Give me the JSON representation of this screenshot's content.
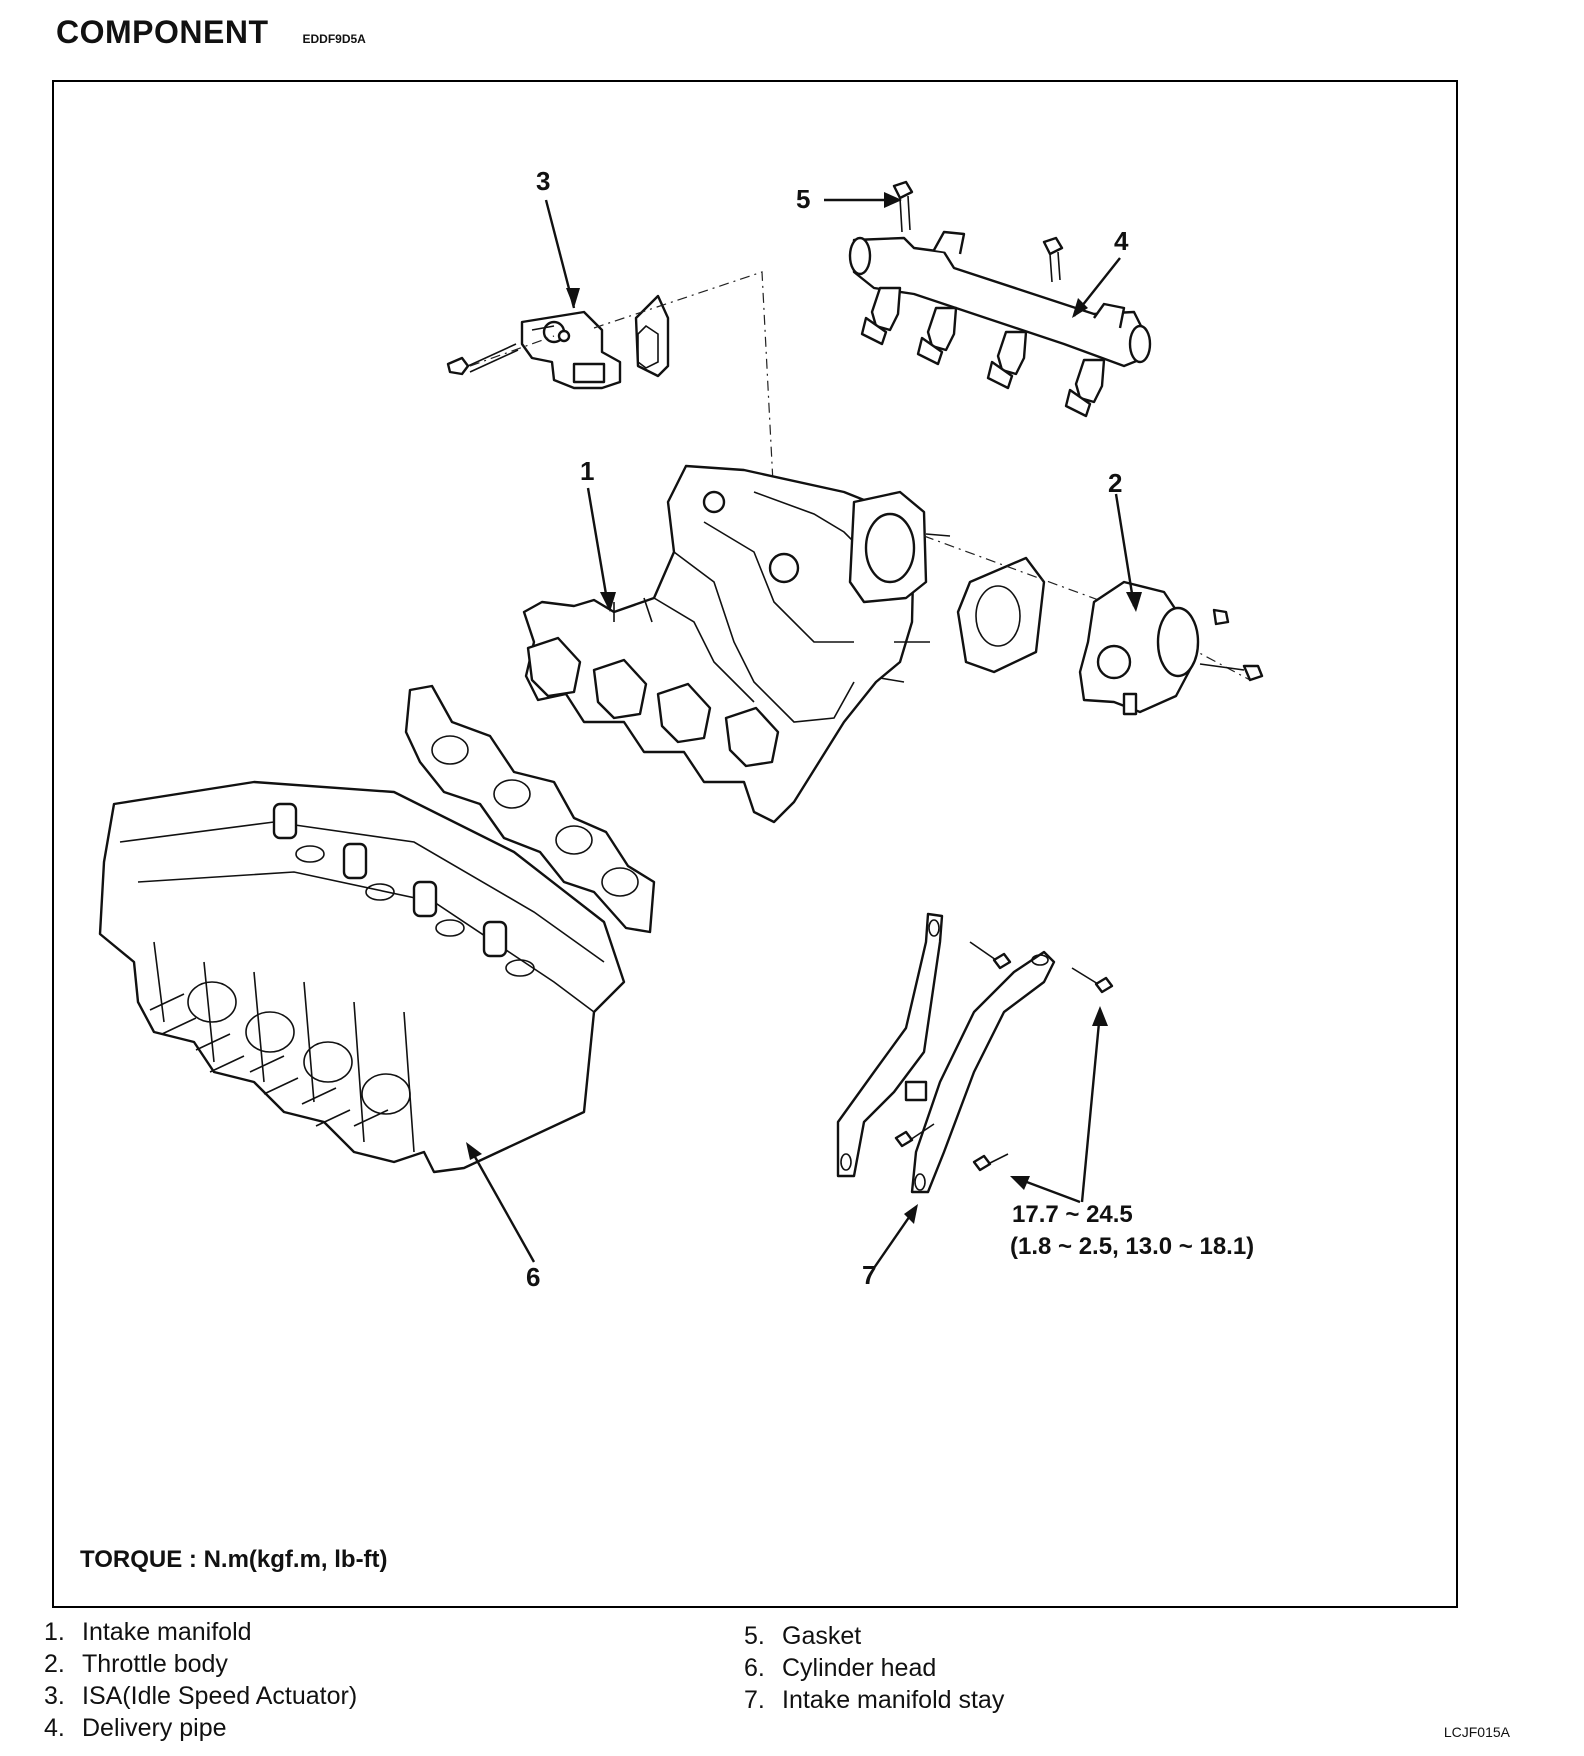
{
  "header": {
    "title": "COMPONENT",
    "code": "EDDF9D5A"
  },
  "diagram": {
    "callouts": [
      "1",
      "2",
      "3",
      "4",
      "5",
      "6",
      "7"
    ],
    "torque_spec": {
      "line1": "17.7 ~ 24.5",
      "line2": "(1.8 ~ 2.5, 13.0 ~ 18.1)"
    },
    "torque_units_note": "TORQUE : N.m(kgf.m, lb-ft)"
  },
  "legend": {
    "left": [
      {
        "num": "1.",
        "label": "Intake manifold"
      },
      {
        "num": "2.",
        "label": "Throttle body"
      },
      {
        "num": "3.",
        "label": "ISA(Idle Speed Actuator)"
      },
      {
        "num": "4.",
        "label": "Delivery pipe"
      }
    ],
    "right": [
      {
        "num": "5.",
        "label": "Gasket"
      },
      {
        "num": "6.",
        "label": "Cylinder head"
      },
      {
        "num": "7.",
        "label": "Intake manifold stay"
      }
    ]
  },
  "figure_code": "LCJF015A"
}
